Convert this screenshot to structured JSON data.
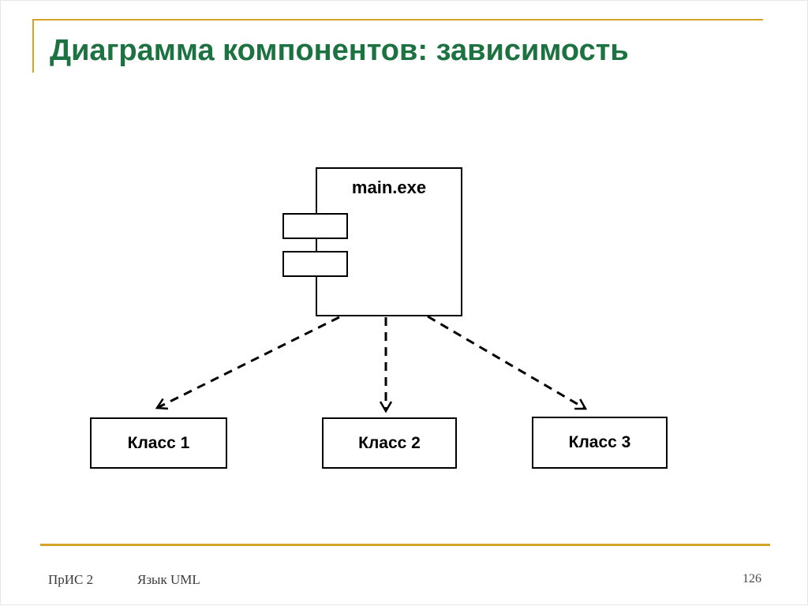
{
  "slide": {
    "title": "Диаграмма компонентов: зависимость",
    "footer": {
      "course": "ПрИС 2",
      "topic": "Язык UML",
      "page_number": "126"
    },
    "colors": {
      "title_text": "#1C7240",
      "accent_rule": "#D6A425",
      "diagram_stroke": "#000000",
      "footer_text": "#3A3A3A"
    }
  },
  "diagram": {
    "component": {
      "label": "main.exe"
    },
    "classes": [
      {
        "label": "Класс 1"
      },
      {
        "label": "Класс 2"
      },
      {
        "label": "Класс 3"
      }
    ],
    "dependencies": [
      {
        "from": "main.exe",
        "to": "Класс 1",
        "style": "dashed-open-arrow"
      },
      {
        "from": "main.exe",
        "to": "Класс 2",
        "style": "dashed-open-arrow"
      },
      {
        "from": "main.exe",
        "to": "Класс 3",
        "style": "dashed-open-arrow"
      }
    ]
  }
}
